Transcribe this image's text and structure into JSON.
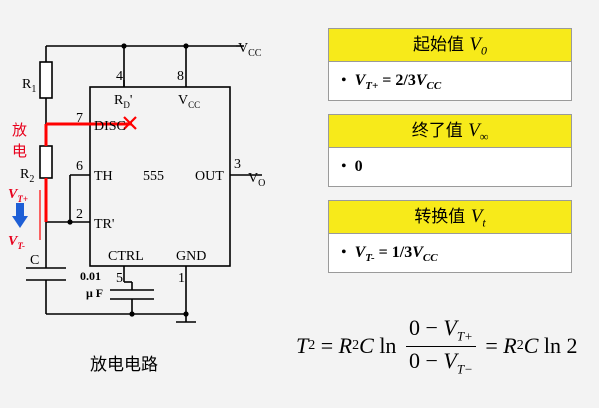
{
  "circuit": {
    "vcc_label": "V",
    "vcc_sub": "CC",
    "r1_label": "R",
    "r1_sub": "1",
    "r2_label": "R",
    "r2_sub": "2",
    "c_label": "C",
    "pins": {
      "p4": "4",
      "p8": "8",
      "p7": "7",
      "p6": "6",
      "p2": "2",
      "p3": "3",
      "p5": "5",
      "p1": "1"
    },
    "pin_names": {
      "rd": "R",
      "rd_sub": "D",
      "rd_prime": "'",
      "vcc_in": "V",
      "vcc_in_sub": "CC",
      "disc": "DISC",
      "th": "TH",
      "chip": "555",
      "out": "OUT",
      "tr": "TR'",
      "ctrl": "CTRL",
      "gnd": "GND"
    },
    "vo_label": "V",
    "vo_sub": "O",
    "cap_value": "0.01",
    "cap_unit": "μ F",
    "discharge_chars": [
      "放",
      "电"
    ],
    "vt_plus": "V",
    "vt_plus_sub": "T+",
    "vt_minus": "V",
    "vt_minus_sub": "T-",
    "colors": {
      "path": "#ff0000",
      "arrow": "#1e5fd6",
      "vt_text": "#e8001c"
    }
  },
  "caption": "放电电路",
  "boxes": [
    {
      "title": "起始值 ",
      "title_var": "V",
      "title_sub": "0",
      "bullet": "•",
      "value_var": "V",
      "value_sub": "T+",
      "value_rest": " = 2/3",
      "value_tail": "V",
      "value_tail_sub": "CC"
    },
    {
      "title": "终了值 ",
      "title_var": "V",
      "title_sub": "∞",
      "bullet": "•",
      "value_plain": "0"
    },
    {
      "title": "转换值 ",
      "title_var": "V",
      "title_sub": "t",
      "bullet": "•",
      "value_var": "V",
      "value_sub": "T-",
      "value_rest": " = 1/3",
      "value_tail": "V",
      "value_tail_sub": "CC"
    }
  ],
  "formula": {
    "lhs": "T",
    "lhs_sub": "2",
    "eq": " = ",
    "r": "R",
    "r_sub": "2",
    "c": "C",
    "ln": " ln ",
    "num_zero": "0 − ",
    "num_var": "V",
    "num_sub": "T+",
    "den_zero": "0 − ",
    "den_var": "V",
    "den_sub": "T−",
    "eq2": " = ",
    "tail_r": "R",
    "tail_r_sub": "2",
    "tail_c": "C",
    "tail_ln": " ln 2"
  },
  "colors": {
    "header_bg": "#f7ea1a",
    "box_border": "#9a9a9a",
    "background": "#f3f3f3"
  }
}
